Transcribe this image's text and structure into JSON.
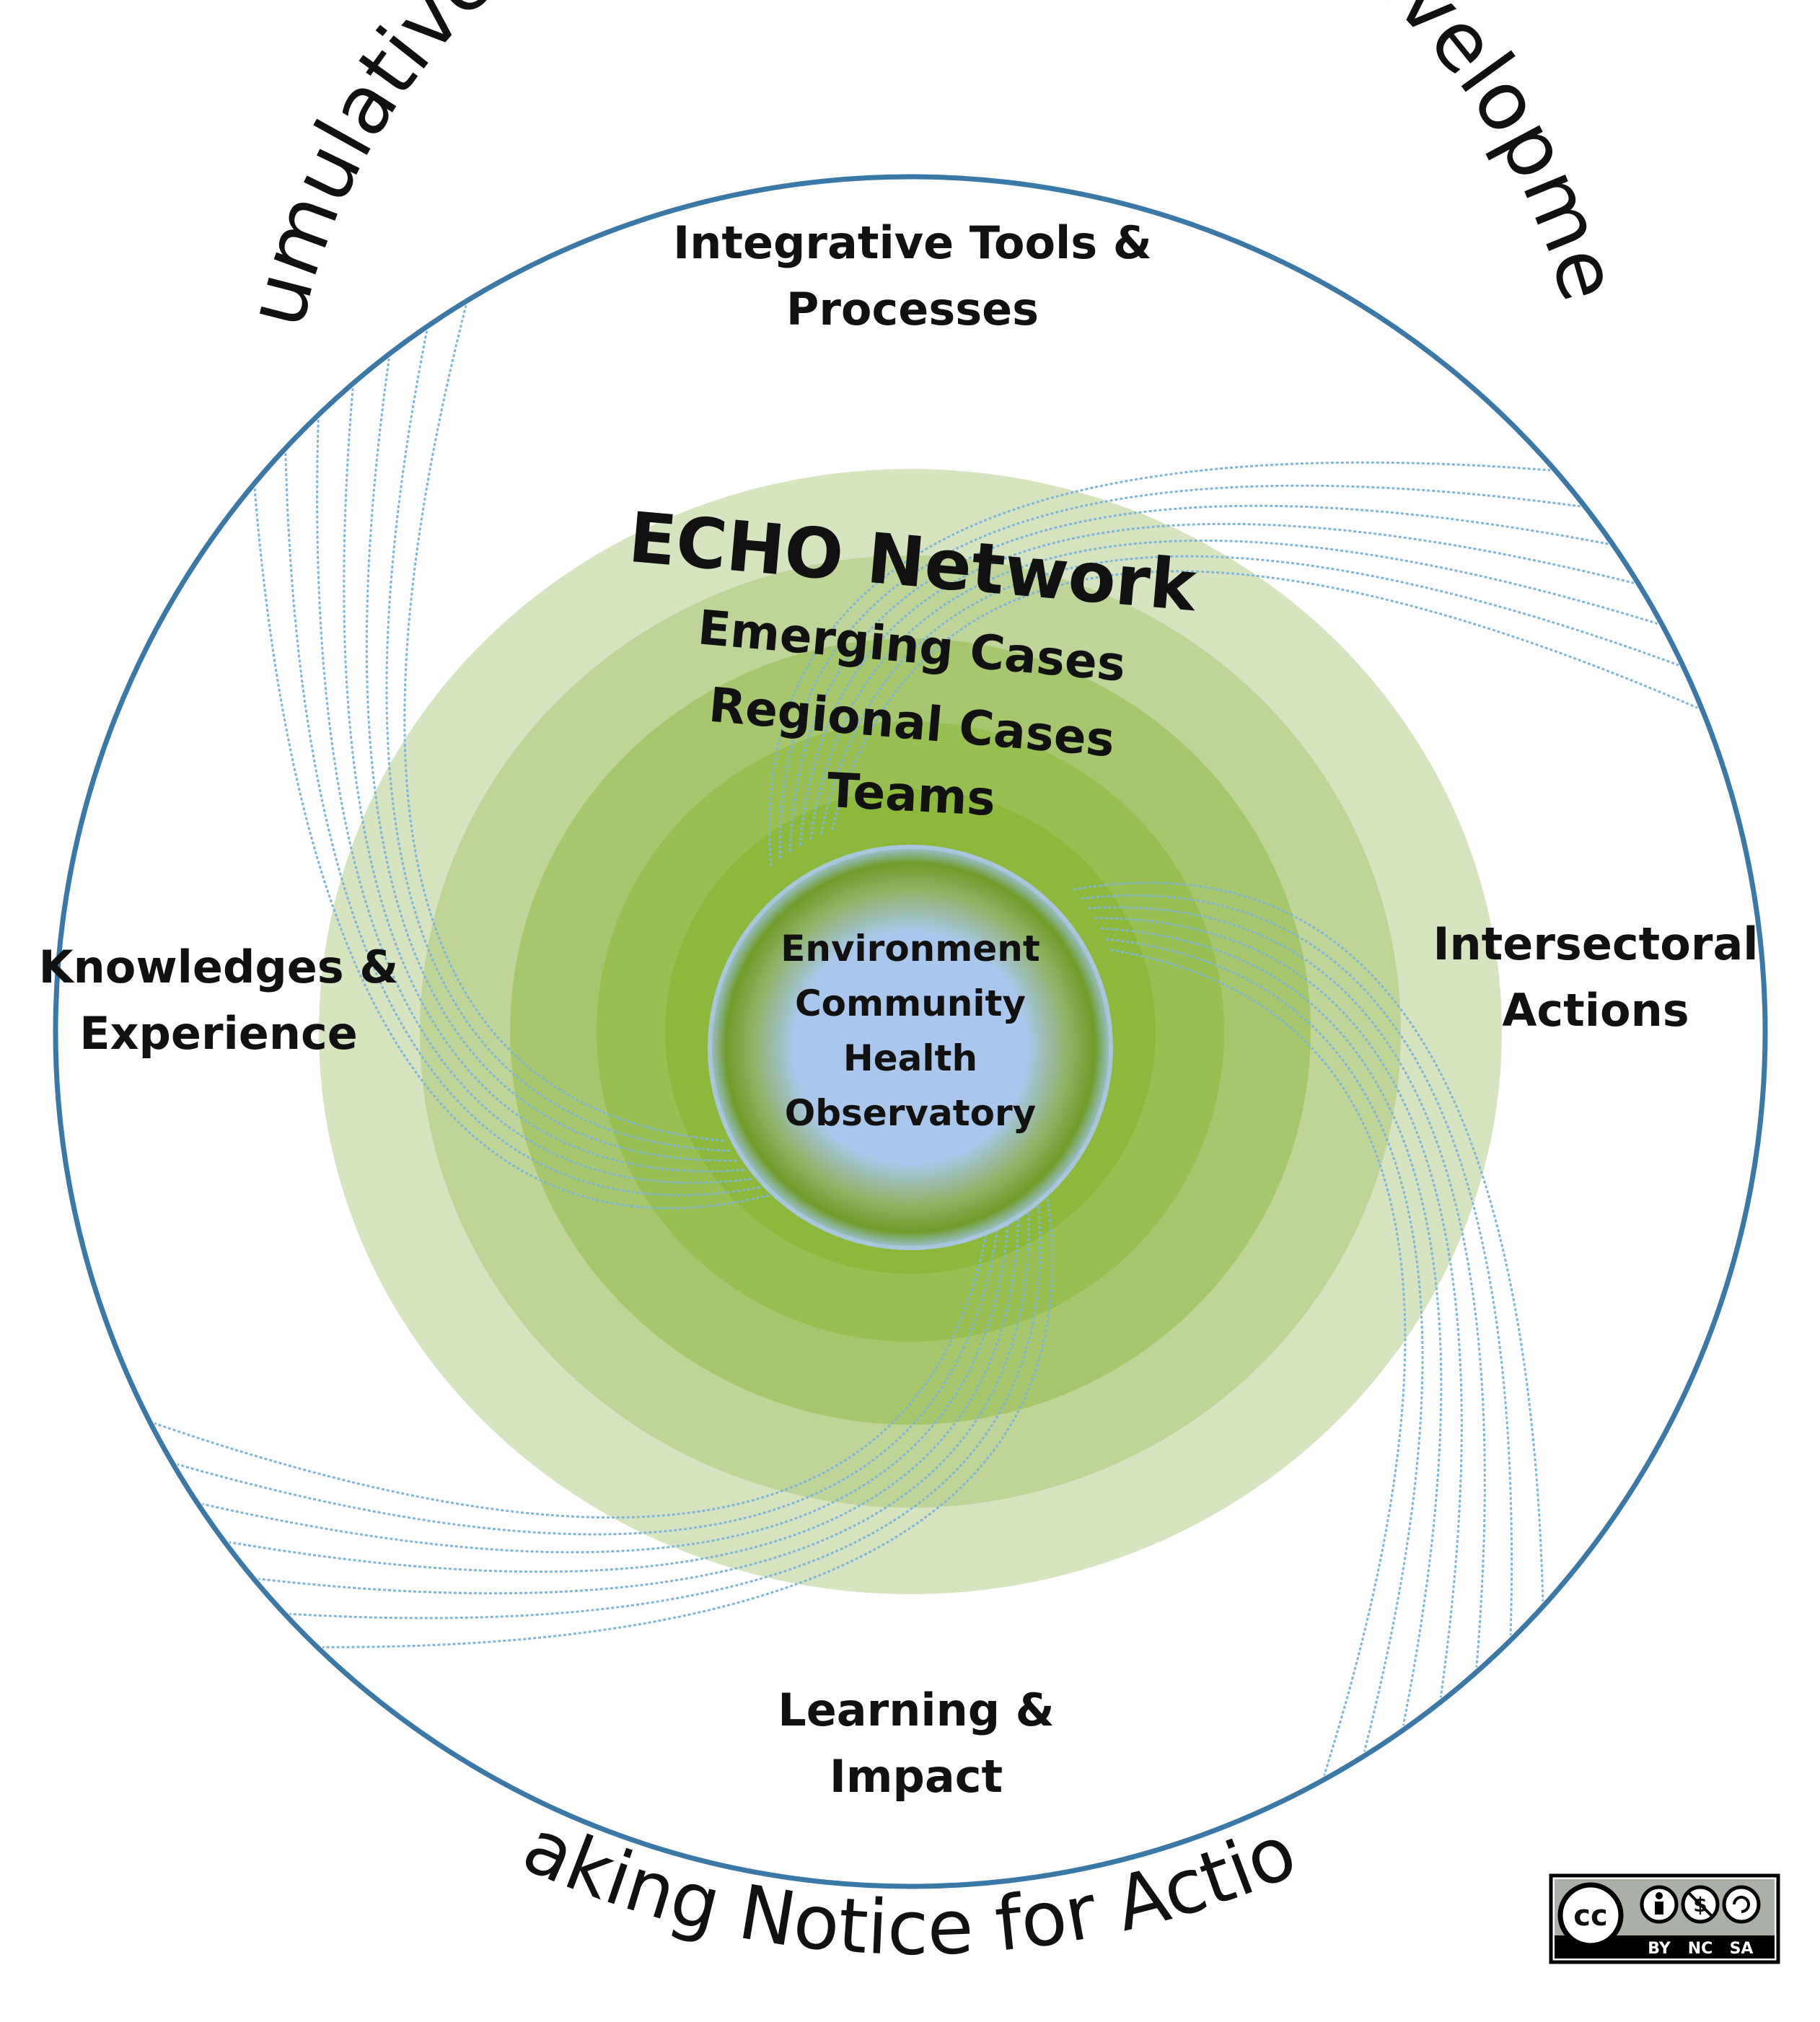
{
  "outer_title": "Cumulative Impacts of Resource Development",
  "bottom_title": "Taking Notice for Action",
  "quadrants": {
    "top": [
      "Integrative Tools &",
      "Processes"
    ],
    "left": [
      "Knowledges &",
      "Experience"
    ],
    "right": [
      "Intersectoral",
      "Actions"
    ],
    "bottom": [
      "Learning &",
      "Impact"
    ]
  },
  "rings": {
    "network": "ECHO Network",
    "emerging": "Emerging Cases",
    "regional": "Regional Cases",
    "teams": "Teams"
  },
  "core": [
    "Environment",
    "Community",
    "Health",
    "Observatory"
  ],
  "license": {
    "cc": "cc",
    "labels": [
      "BY",
      "NC",
      "SA"
    ]
  },
  "colors": {
    "outer_circle": "#3a78a8",
    "swirl_lines": "#7fb6d8",
    "ring_1": "#d6e4bf",
    "ring_2": "#bfd598",
    "ring_3": "#a7c76f",
    "ring_4": "#98bf52",
    "ring_5": "#8cb83c",
    "core_center": "#a9c6ec",
    "core_edge": "#6f9d2a"
  }
}
